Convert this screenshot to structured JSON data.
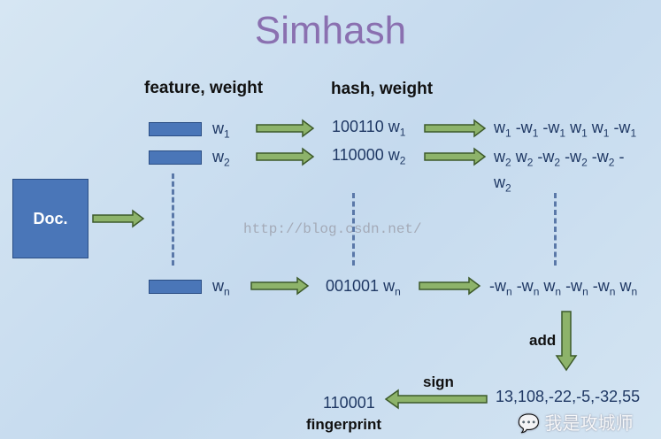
{
  "title": "Simhash",
  "headers": {
    "feature": "feature, weight",
    "hash": "hash, weight"
  },
  "doc_label": "Doc.",
  "rows": [
    {
      "weight": "w",
      "sub": "1",
      "hash": "100110 w",
      "hsub": "1",
      "vector": "w<sub>1</sub> -w<sub>1</sub> -w<sub>1</sub> w<sub>1</sub> w<sub>1</sub> -w<sub>1</sub>"
    },
    {
      "weight": "w",
      "sub": "2",
      "hash": "110000 w",
      "hsub": "2",
      "vector": "w<sub>2</sub> w<sub>2</sub> -w<sub>2</sub> -w<sub>2</sub> -w<sub>2</sub> -<br>w<sub>2</sub>"
    },
    {
      "weight": "w",
      "sub": "n",
      "hash": "001001 w",
      "hsub": "n",
      "vector": "-w<sub>n</sub> -w<sub>n</sub> w<sub>n</sub> -w<sub>n</sub> -w<sub>n</sub> w<sub>n</sub>"
    }
  ],
  "add_label": "add",
  "sign_label": "sign",
  "sum": "13,108,-22,-5,-32,55",
  "fingerprint": "110001",
  "fingerprint_label": "fingerprint",
  "watermark_url": "http://blog.csdn.net/",
  "watermark_text": "我是攻城师",
  "colors": {
    "box": "#4a76b8",
    "arrow": "#8db36a",
    "text": "#1f3864",
    "title": "#8a70b0"
  }
}
